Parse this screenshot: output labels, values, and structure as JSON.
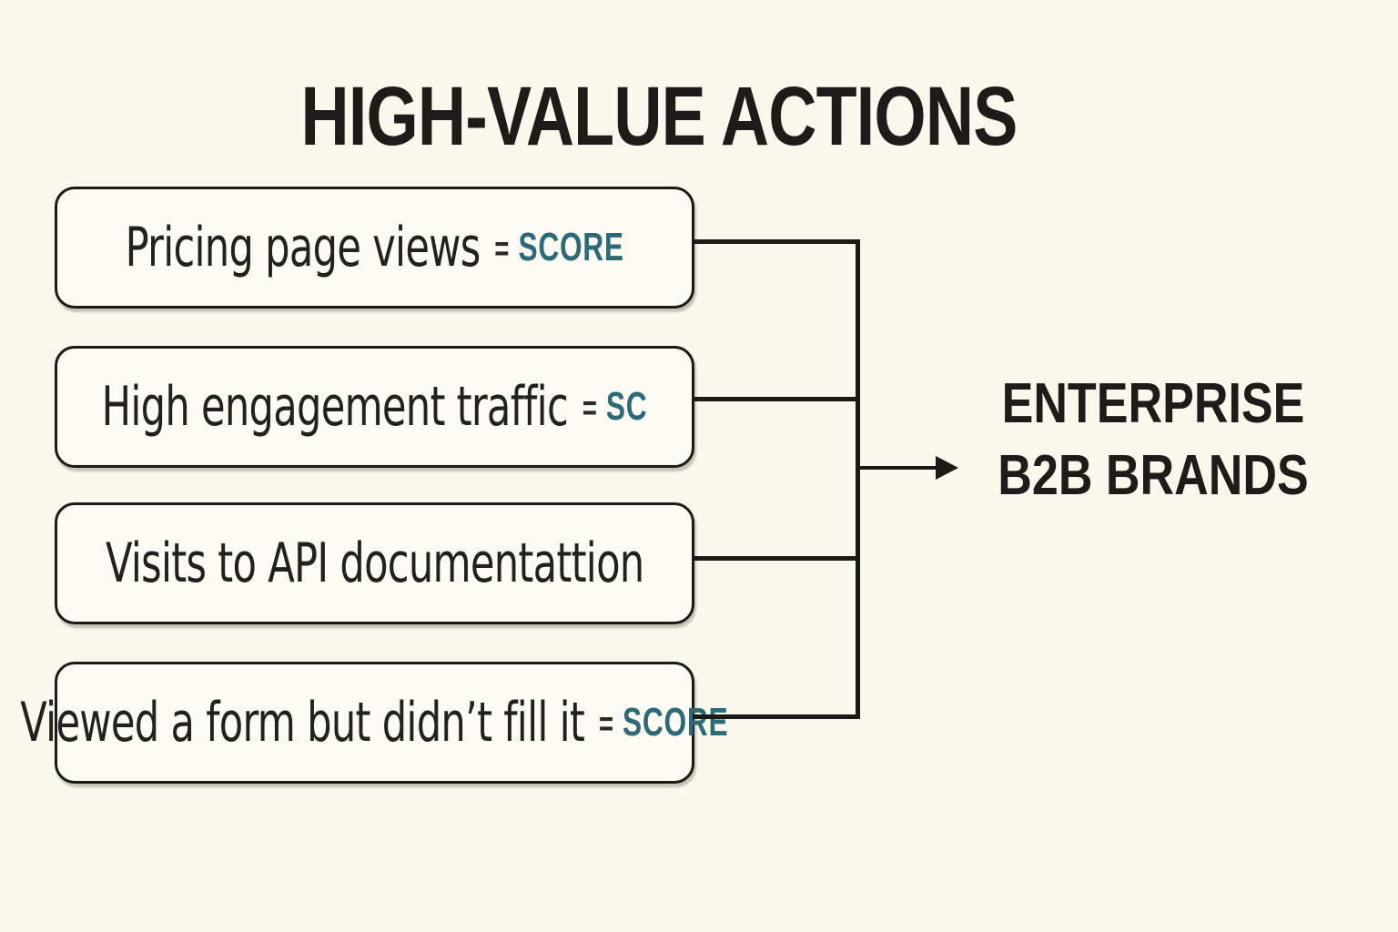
{
  "title": "HIGH-VALUE ACTIONS",
  "colors": {
    "background": "#faf7ec",
    "box_fill": "#fdfbf4",
    "line": "#1b1a17",
    "text": "#22211f",
    "score_accent": "#2b6a76"
  },
  "boxes": [
    {
      "label": "Pricing page views",
      "operator": "=",
      "score": "SCORE"
    },
    {
      "label": "High engagement traffic",
      "operator": "=",
      "score": "SC"
    },
    {
      "label": "Visits to API documentattion"
    },
    {
      "label_line1": "Viewed a form",
      "label_line2": "but didn’t fill it",
      "operator": "=",
      "score": "SCORE"
    }
  ],
  "target": {
    "line1": "ENTERPRISE",
    "line2": "B2B BRANDS"
  }
}
